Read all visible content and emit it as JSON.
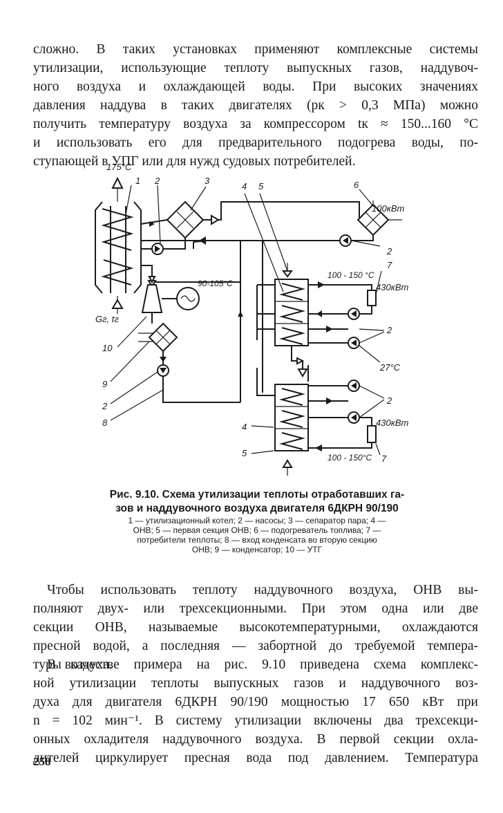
{
  "paragraph_top": [
    "сложно. В таких установках применяют комплексные системы",
    "утилизации, использующие теплоту выпускных газов, наддувоч-",
    "ного воздуха и охлаждающей воды. При высоких значениях",
    "давления наддува в таких двигателях (pк > 0,3 МПа) можно",
    "получить температуру воздуха за компрессором tк ≈ 150...160 °С",
    "и использовать его для предварительного подогрева воды, по-",
    "ступающей в УПГ или для нужд судовых потребителей."
  ],
  "figure": {
    "labels": {
      "temp_top": "175°C",
      "n1": "1",
      "n2a": "2",
      "n3": "3",
      "n4a": "4",
      "n5a": "5",
      "n6": "6",
      "power_100": "100кВт",
      "n2b": "2",
      "temp_90_105": "90-105°C",
      "temp_100_150_a": "100 - 150 °C",
      "n7a": "7",
      "power_430_a": "430кВт",
      "n2c": "2",
      "temp_27": "27°C",
      "gas": "Gг, tг",
      "n10": "10",
      "n9a": "9",
      "n2d": "2",
      "n8": "8",
      "n2e": "2",
      "power_430_b": "430кВт",
      "n4b": "4",
      "n5b": "5",
      "temp_100_150_b": "100 - 150°C",
      "n7b": "7"
    }
  },
  "caption": {
    "title_line1": "Рис. 9.10. Схема утилизации теплоты отработавших га-",
    "title_line2": "зов и наддувочного воздуха двигателя 6ДКРН 90/190",
    "legend_line1": "1 — утилизационный котел; 2 — насосы; 3 — сепаратор пара; 4 —",
    "legend_line2": "ОНВ; 5 — первая секция ОНВ; 6 — подогреватель топлива; 7 —",
    "legend_line3": "потребители теплоты; 8 — вход конденсата во вторую секцию",
    "legend_line4": "ОНВ; 9 — конденсатор; 10 — УТГ"
  },
  "paragraph_middle": [
    "Чтобы использовать теплоту наддувочного воздуха, ОНВ вы-",
    "полняют двух- или трехсекционными. При этом одна или две",
    "секции ОНВ, называемые высокотемпературными, охлаждаются",
    "пресной водой, а последняя — забортной до требуемой темпера-",
    "туры воздуха."
  ],
  "paragraph_bottom": [
    "В качестве примера на рис. 9.10 приведена схема комплекс-",
    "ной утилизации теплоты выпускных газов и наддувочного воз-",
    "духа для двигателя 6ДКРН 90/190 мощностью 17 650 кВт при",
    "n = 102 мин⁻¹. В систему утилизации включены два трехсекци-",
    "онных охладителя наддувочного воздуха. В первой секции охла-",
    "дителей циркулирует пресная вода под давлением. Температура"
  ],
  "page_number": "258"
}
